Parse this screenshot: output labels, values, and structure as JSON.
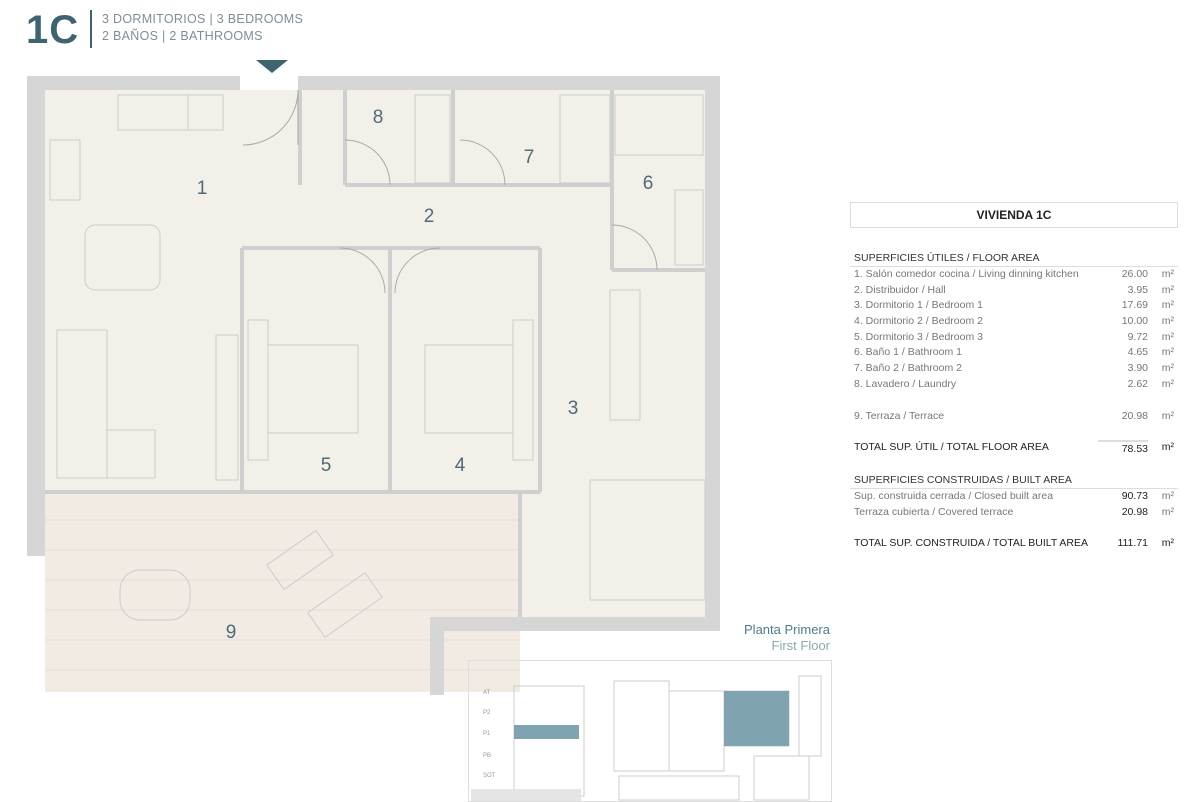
{
  "header": {
    "unit": "1C",
    "line1": "3 DORMITORIOS | 3 BEDROOMS",
    "line2": "2 BAÑOS | 2 BATHROOMS"
  },
  "rooms": {
    "r1": "1",
    "r2": "2",
    "r3": "3",
    "r4": "4",
    "r5": "5",
    "r6": "6",
    "r7": "7",
    "r8": "8",
    "r9": "9"
  },
  "table": {
    "title": "VIVIENDA 1C",
    "floor_area_heading": "SUPERFICIES ÚTILES / FLOOR AREA",
    "floor_rows": [
      {
        "label": "1. Salón comedor cocina / Living dinning kitchen",
        "value": "26.00",
        "unit": "m²"
      },
      {
        "label": "2. Distribuidor / Hall",
        "value": "3.95",
        "unit": "m²"
      },
      {
        "label": "3. Dormitorio 1 / Bedroom 1",
        "value": "17.69",
        "unit": "m²"
      },
      {
        "label": "4. Dormitorio 2 / Bedroom 2",
        "value": "10.00",
        "unit": "m²"
      },
      {
        "label": "5. Dormitorio 3 / Bedroom 3",
        "value": "9.72",
        "unit": "m²"
      },
      {
        "label": "6. Baño 1 / Bathroom 1",
        "value": "4.65",
        "unit": "m²"
      },
      {
        "label": "7. Baño 2 / Bathroom 2",
        "value": "3.90",
        "unit": "m²"
      },
      {
        "label": "8. Lavadero / Laundry",
        "value": "2.62",
        "unit": "m²"
      }
    ],
    "terrace_row": {
      "label": "9. Terraza / Terrace",
      "value": "20.98",
      "unit": "m²"
    },
    "total_floor": {
      "label": "TOTAL SUP. ÚTIL / TOTAL FLOOR AREA",
      "value": "78.53",
      "unit": "m²"
    },
    "built_heading": "SUPERFICIES CONSTRUIDAS / BUILT AREA",
    "built_rows": [
      {
        "label": "Sup. construida cerrada / Closed built area",
        "value": "90.73",
        "unit": "m²"
      },
      {
        "label": "Terraza cubierta / Covered terrace",
        "value": "20.98",
        "unit": "m²"
      }
    ],
    "total_built": {
      "label": "TOTAL SUP. CONSTRUIDA /  TOTAL BUILT AREA",
      "value": "111.71",
      "unit": "m²"
    }
  },
  "floor": {
    "es": "Planta Primera",
    "en": "First Floor",
    "levels": [
      "AT",
      "P2",
      "P1",
      "PB",
      "SOT"
    ]
  },
  "colors": {
    "accent": "#3e6470",
    "highlight": "#7fa3b0",
    "floor": "#f3efe9",
    "wall": "#d6d6d6"
  }
}
